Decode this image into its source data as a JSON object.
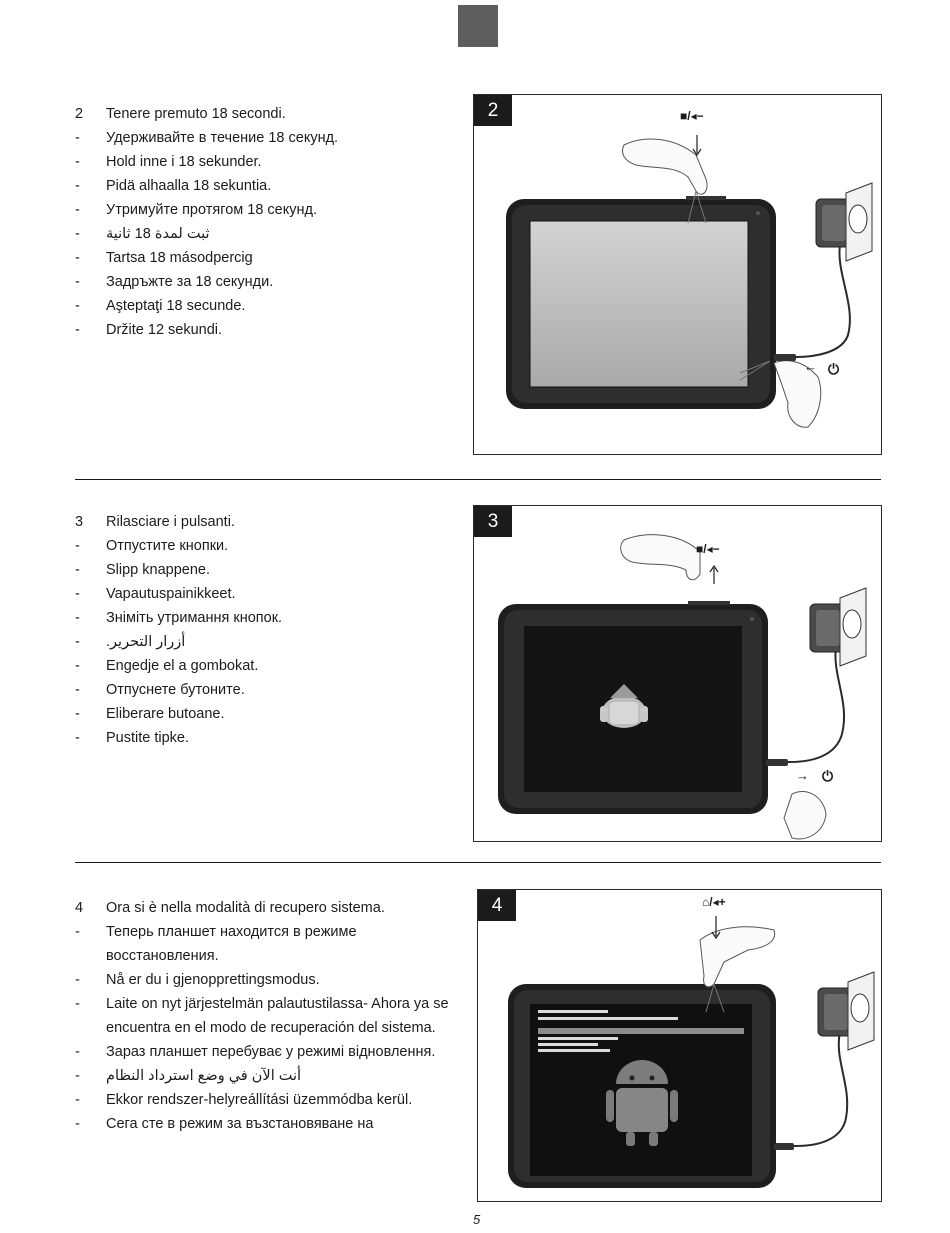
{
  "steps": [
    {
      "number": "2",
      "items": [
        {
          "marker": "2",
          "text": "Tenere premuto 18 secondi."
        },
        {
          "marker": "-",
          "text": "Удерживайте в течение 18 секунд."
        },
        {
          "marker": "-",
          "text": "Hold inne i 18 sekunder."
        },
        {
          "marker": "-",
          "text": "Pidä alhaalla 18 sekuntia."
        },
        {
          "marker": "-",
          "text": "Утримуйте протягом 18 секунд."
        },
        {
          "marker": "-",
          "text": "ثبت لمدة 18 ثانية",
          "rtl": true
        },
        {
          "marker": "-",
          "text": "Tartsa 18 másodpercig"
        },
        {
          "marker": "-",
          "text": "Задръжте за 18 секунди."
        },
        {
          "marker": "-",
          "text": "Aşteptaţi 18 secunde."
        },
        {
          "marker": "-",
          "text": "Držite 12 sekundi."
        }
      ],
      "figure": {
        "badge": "2",
        "top_label": "■/◂−",
        "side_label": "⏻",
        "arrow_glyph": "←"
      }
    },
    {
      "number": "3",
      "items": [
        {
          "marker": "3",
          "text": "Rilasciare i pulsanti."
        },
        {
          "marker": "-",
          "text": "Отпустите кнопки."
        },
        {
          "marker": "-",
          "text": "Slipp knappene."
        },
        {
          "marker": "-",
          "text": "Vapautuspainikkeet."
        },
        {
          "marker": "-",
          "text": "Зніміть утримання кнопок."
        },
        {
          "marker": "-",
          "text": "أزرار التحرير.",
          "rtl": true
        },
        {
          "marker": "-",
          "text": "Engedje el a gombokat."
        },
        {
          "marker": "-",
          "text": "Отпуснете бутоните."
        },
        {
          "marker": "-",
          "text": "Eliberare butoane."
        },
        {
          "marker": "-",
          "text": "Pustite tipke."
        }
      ],
      "figure": {
        "badge": "3",
        "top_label": "■/◂−",
        "side_label": "⏻",
        "arrow_glyph": "→"
      }
    },
    {
      "number": "4",
      "items": [
        {
          "marker": "4",
          "text": "Ora si è nella modalità di recupero sistema."
        },
        {
          "marker": "-",
          "text": "Теперь планшет находится в режиме восстановления."
        },
        {
          "marker": "-",
          "text": "Nå er du i gjenopprettingsmodus."
        },
        {
          "marker": "-",
          "text": "Laite on nyt järjestelmän palautustilassa- Ahora ya se encuentra en el modo de recuperación del sistema."
        },
        {
          "marker": "-",
          "text": "Зараз планшет перебуває у режимі відновлення."
        },
        {
          "marker": "-",
          "text": "أنت الآن في وضع استرداد النظام",
          "rtl": true
        },
        {
          "marker": "-",
          "text": "Ekkor rendszer-helyreállítási üzemmódba kerül."
        },
        {
          "marker": "-",
          "text": "Сега сте в режим за възстановяване на"
        }
      ],
      "figure": {
        "badge": "4",
        "top_label": "⌂/◂+"
      }
    }
  ],
  "page_number": "5",
  "colors": {
    "tab_marker": "#5e5e5e",
    "badge_bg": "#1b1b1b",
    "divider": "#1a1a1a",
    "text": "#1c1c1c"
  }
}
